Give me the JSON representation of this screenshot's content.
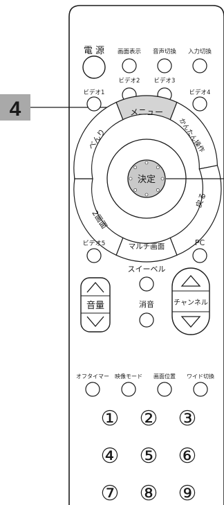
{
  "callout": {
    "number": "4"
  },
  "labels": {
    "power": "電 源",
    "screen_display": "画面表示",
    "audio_switch": "音声切換",
    "input_switch": "入力切換",
    "video2": "ビデオ2",
    "video3": "ビデオ3",
    "video1": "ビデオ1",
    "video4": "ビデオ4",
    "video5": "ビデオ5",
    "pc": "PC",
    "swivel": "スイーベル",
    "mute": "消音",
    "volume": "音量",
    "channel": "チャンネル",
    "off_timer": "オフタイマー",
    "picture_mode": "映像モード",
    "screen_position": "画面位置",
    "wide_switch": "ワイド切換"
  },
  "dial": {
    "menu": "メニュー",
    "easy_operation": "かんたん操作",
    "back": "戻る",
    "multi_screen": "マルチ画面",
    "two_screen": "2画面",
    "convenient": "べんり",
    "enter": "決定"
  },
  "numbers": [
    "①",
    "②",
    "③",
    "④",
    "⑤",
    "⑥",
    "⑦",
    "⑧",
    "⑨"
  ]
}
